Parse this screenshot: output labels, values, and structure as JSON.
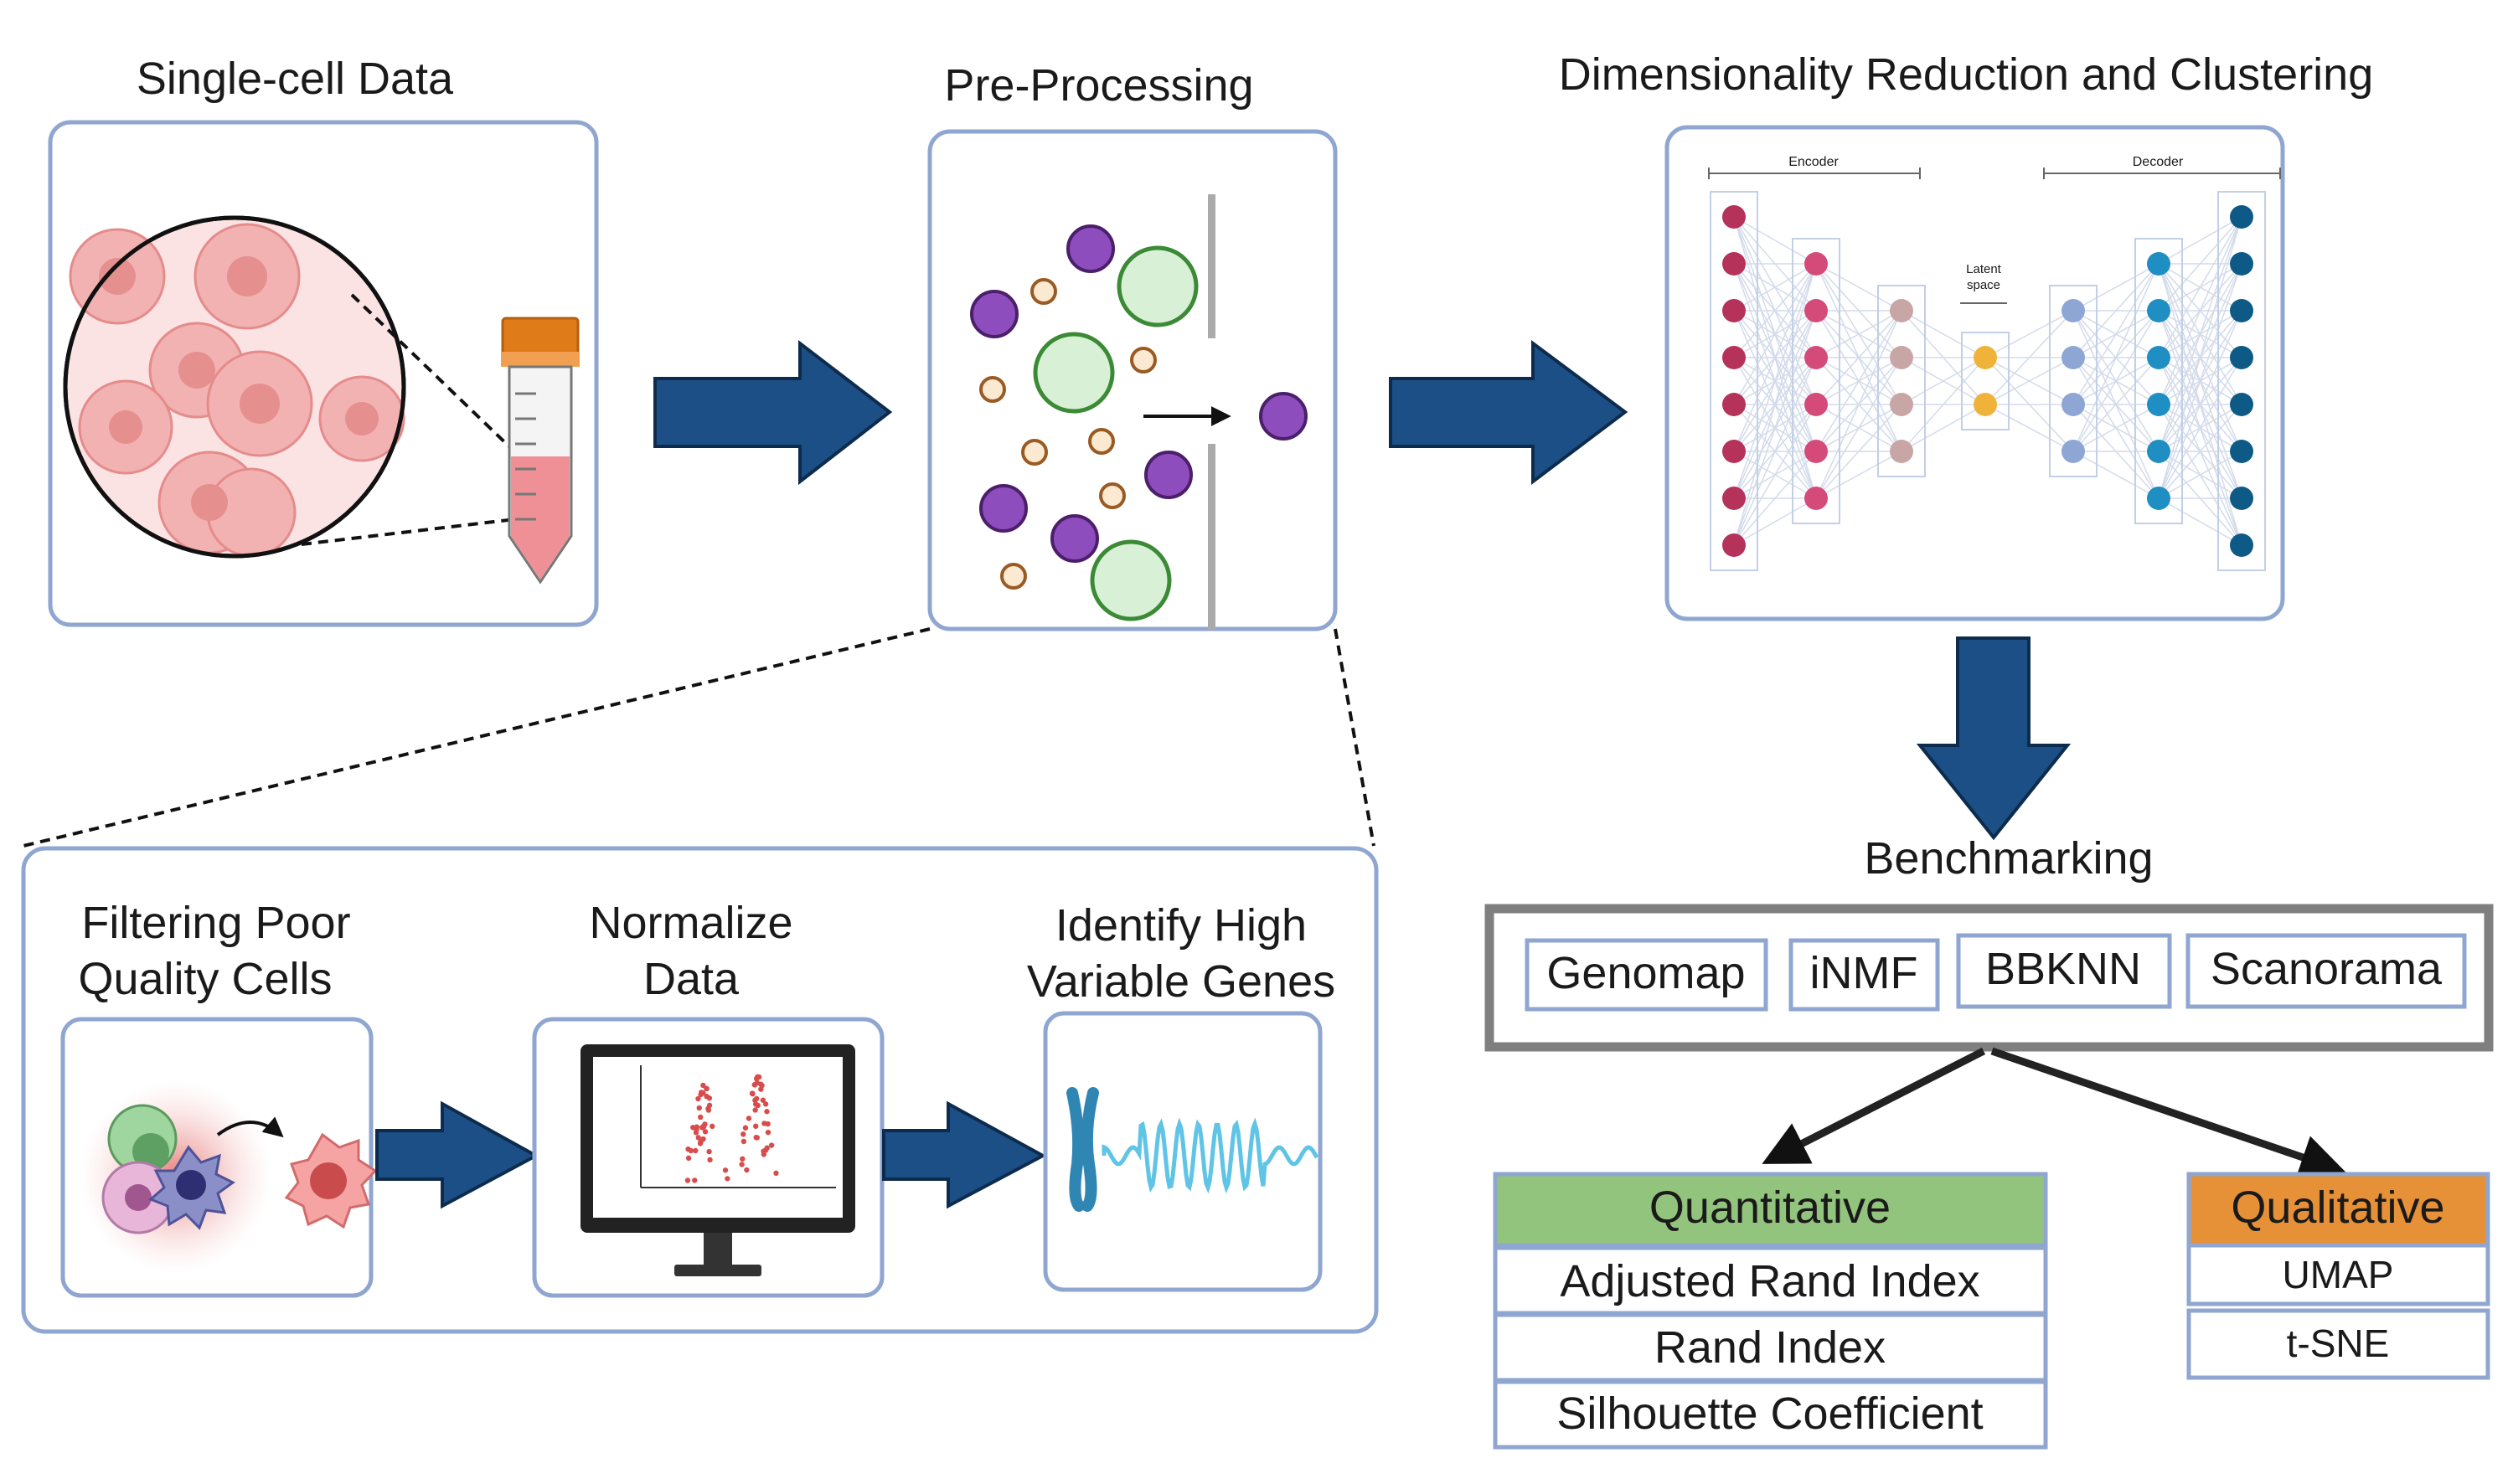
{
  "stages": {
    "single_cell": {
      "title": "Single-cell Data"
    },
    "preprocessing": {
      "title": "Pre-Processing"
    },
    "dim_reduction": {
      "title": "Dimensionality Reduction and Clustering",
      "encoder_label": "Encoder",
      "decoder_label": "Decoder",
      "latent_line1": "Latent",
      "latent_line2": "space"
    },
    "benchmarking": {
      "title": "Benchmarking"
    }
  },
  "preprocessing_steps": {
    "filter_line1": "Filtering Poor",
    "filter_line2": "Quality Cells",
    "normalize_line1": "Normalize",
    "normalize_line2": "Data",
    "hvg_line1": "Identify High",
    "hvg_line2": "Variable Genes"
  },
  "methods": [
    "Genomap",
    "iNMF",
    "BBKNN",
    "Scanorama"
  ],
  "quantitative": {
    "header": "Quantitative",
    "items": [
      "Adjusted Rand Index",
      "Rand Index",
      "Silhouette Coefficient"
    ]
  },
  "qualitative": {
    "header": "Qualitative",
    "items": [
      "UMAP",
      "t-SNE"
    ]
  },
  "colors": {
    "panel_border": "#8fa6d1",
    "arrow_fill": "#1c4f85",
    "quantitative_header": "#93c47d",
    "qualitative_header": "#e69138",
    "benchmark_border": "#7f7f7f"
  }
}
